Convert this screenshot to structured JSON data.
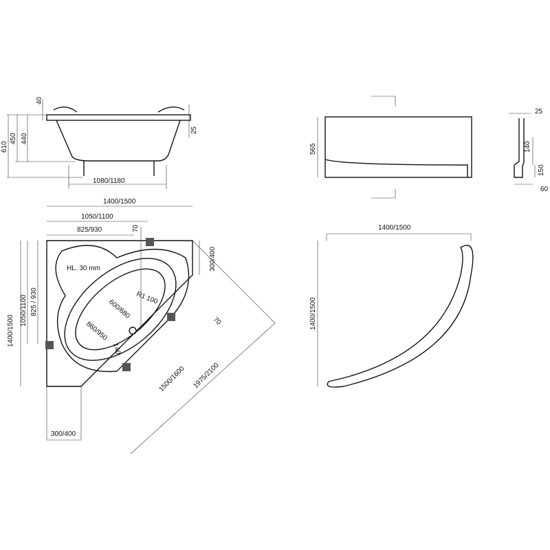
{
  "side_view": {
    "d_rim": "40",
    "d_rim_right": "25",
    "h_total": "610",
    "h_450": "450",
    "h_440": "440",
    "length": "1080/1180"
  },
  "top_view": {
    "width_total": "1400/1500",
    "width_1050": "1050/1100",
    "width_825": "825/930",
    "d_70_top": "70",
    "right_300": "300/400",
    "hl": "HL. 30 mm",
    "radius": "R1 100",
    "inner_600": "600/680",
    "inner_860": "860/950",
    "d_70_diag": "70",
    "d_140": "140",
    "diag_1500": "1500/1600",
    "diag_1975": "1975/2100",
    "bottom_300": "300/400",
    "height_total": "1400/1500",
    "height_1050": "1050/1100",
    "height_825": "825 / 930"
  },
  "panel_front": {
    "height": "565"
  },
  "panel_section": {
    "d_25": "25",
    "d_140": "140",
    "d_150": "150",
    "d_60": "60"
  },
  "panel_top": {
    "width": "1400/1500",
    "depth": "1400/1500"
  }
}
